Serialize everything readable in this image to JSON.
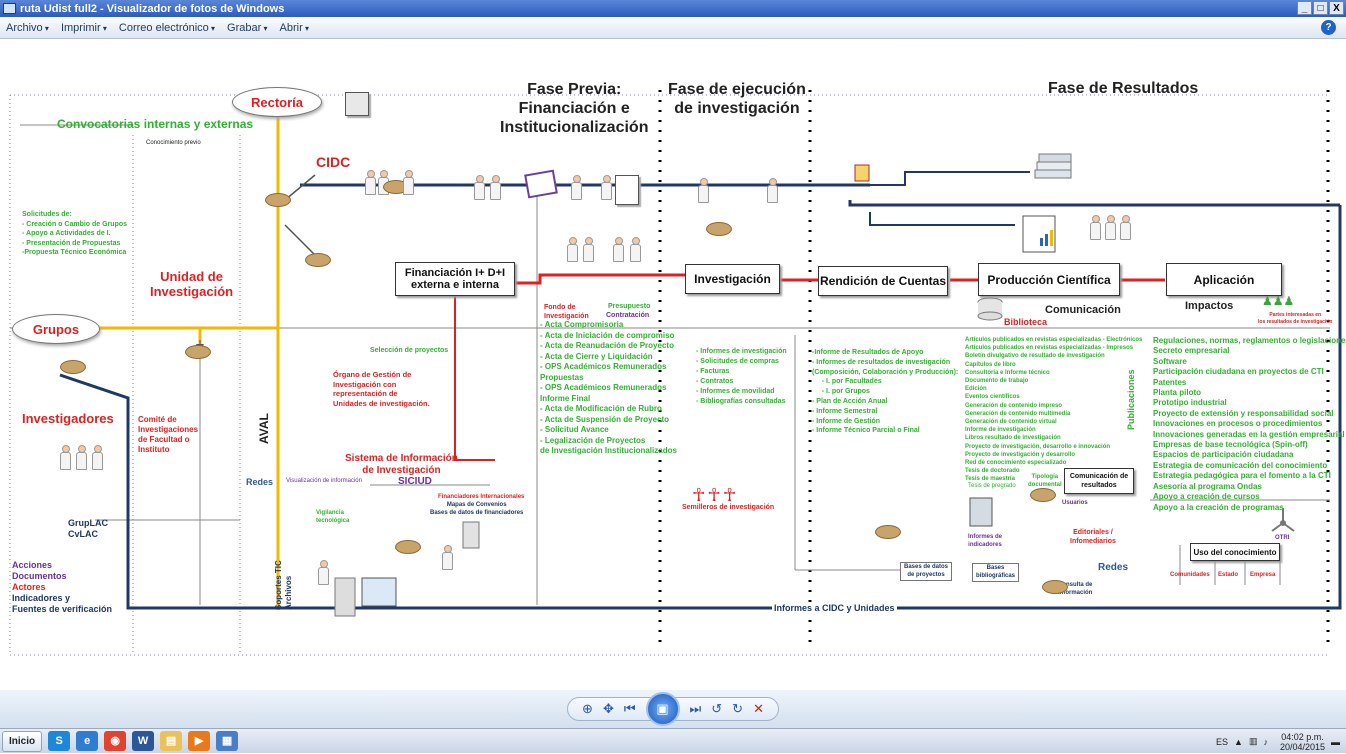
{
  "window": {
    "title": "ruta Udist full2 - Visualizador de fotos de Windows",
    "buttons": [
      "_",
      "□",
      "X"
    ]
  },
  "menu": {
    "items": [
      "Archivo",
      "Imprimir",
      "Correo electrónico",
      "Grabar",
      "Abrir"
    ]
  },
  "icons": {
    "help": "help-icon",
    "app": "photo-viewer-icon"
  },
  "diagram": {
    "phase_previa": "Fase Previa:\nFinanciación e\nInstitucionalización",
    "phase_ejecucion": "Fase de ejecución\nde investigación",
    "phase_resultados": "Fase de Resultados",
    "rectoria": "Rectoría",
    "convocatorias": "Convocatorias internas y externas",
    "conocimiento_previo": "Conocimiento previo",
    "cidc": "CIDC",
    "solicitudes": "Solicitudes de:\n- Creación o Cambio de Grupos\n- Apoyo a Actividades de I.\n- Presentación de Propuestas\n-Propuesta Técnico Económica",
    "unidad": "Unidad de\nInvestigación",
    "grupos": "Grupos",
    "investigadores": "Investigadores",
    "comite": "Comité de\nInvestigaciones\nde Facultad o\nInstituto",
    "aval": "AVAL",
    "redes": "Redes",
    "grupLAC": "GrupLAC\nCvLAC",
    "leyenda": [
      "Acciones",
      "Documentos",
      "Actores",
      "Indicadores y",
      "Fuentes de verificación"
    ],
    "financiacion_box": "Financiación I+ D+I\nexterna e interna",
    "fondo": "Fondo de\nInvestigación",
    "presupuesto": "Presupuesto",
    "contratacion": "Contratación",
    "seleccion": "Selección de proyectos",
    "organo": "Órgano de Gestión de\nInvestigación con\nrepresentación de\nUnidades de investigación.",
    "sistema": "Sistema de Información\nde Investigación",
    "siciud": "SICIUD",
    "visualizacion": "Visualización de información",
    "financiadores": "Financiadores Internacionales",
    "mapas": "Mapas de Convenios\nBases de datos de financiadores",
    "vigilancia": "Vigilancia\ntecnológica",
    "soportes": "Soportes TIC\nArchivos",
    "actas": "- Acta Compromisoria\n- Acta de Iniciación de compromiso\n- Acta de Reanudación de Proyecto\n- Acta de Cierre y Liquidación\n- OPS Académicos Remunerados\nPropuestas\n- OPS Académicos Remunerados\nInforme Final\n- Acta de Modificación de Rubro\n- Acta de Suspensión de Proyecto\n- Solicitud Avance\n- Legalización de Proyectos\nde Investigación Institucionalizados",
    "investigacion_box": "Investigación",
    "informes_inv": "- Informes de investigación\n- Solicitudes de compras\n- Facturas\n- Contratos\n- Informes de movilidad\n- Bibliografías consultadas",
    "semilleros": "Semilleros de investigación",
    "rendicion_box": "Rendición de Cuentas",
    "rendicion_list": "-Informe de Resultados de Apoyo\n- Informes de resultados de investigación\n(Composición, Colaboración y Producción):\n     - I. por Facultades\n     - I. por Grupos\n- Plan de Acción Anual\n- Informe Semestral\n- Informe de Gestión\n- Informe Técnico Parcial o Final",
    "bases_proyectos": "Bases de datos\nde proyectos",
    "produccion_box": "Producción Científica",
    "comunicacion": "Comunicación",
    "biblioteca": "Biblioteca",
    "publicaciones": "Publicaciones",
    "produccion_list": "Artículos publicados en revistas especializadas - Electrónicos\nArtículos publicados en revistas especializadas - Impresos\nBoletín divulgativo de resultado de investigación\nCapítulos de libro\nConsultoría e Informe técnico\nDocumento de trabajo\nEdición\nEventos científicos\nGeneración de contenido impreso\nGeneración de contenido multimedia\nGeneración de contenido virtual\nInforme de investigación\nLibros resultado de investigación\nProyecto de investigación, desarrollo e innovación\nProyecto de investigación y desarrollo\nRed de conocimiento especializado\nTesis de doctorado\nTesis de maestría",
    "tesis_pregrado": "Tesis de pregrado",
    "tipologia": "Tipología\ndocumental",
    "comunicacion_res": "Comunicación de\nresultados",
    "usuarios": "Usuarios",
    "informes_indicadores": "Informes de\nindicadores",
    "editoriales": "Editoriales /\nInfomediarios",
    "bases_biblio": "Bases\nbibliográficas",
    "consulta": "Consulta de\ninformación",
    "redes2": "Redes",
    "aplicacion_box": "Aplicación",
    "impactos": "Impactos",
    "partes": "Partes interesadas en\nlos resultados de investigación",
    "impactos_list": "Regulaciones, normas, reglamentos o legislaciones\nSecreto empresarial\nSoftware\nParticipación ciudadana en proyectos de CTI\nPatentes\nPlanta piloto\nPrototipo industrial\nProyecto de extensión y responsabilidad social\nInnovaciones en procesos o procedimientos\nInnovaciones generadas en la gestión empresarial\nEmpresas de base tecnológica (Spin-off)\nEspacios de participación ciudadana\nEstrategia de comunicación del conocimiento\nEstrategia pedagógica para el fomento a la CTI\nAsesoría al programa Ondas\nApoyo a creación de cursos\nApoyo a la creación de programas",
    "otri": "OTRI",
    "uso": "Uso del conocimiento",
    "comunidades": "Comunidades",
    "estado": "Estado",
    "empresa": "Empresa",
    "informes_cidc": "Informes a CIDC y Unidades"
  },
  "taskbar": {
    "start": "Inicio",
    "lang": "ES",
    "time": "04:02 p.m.",
    "date": "20/04/2015"
  }
}
